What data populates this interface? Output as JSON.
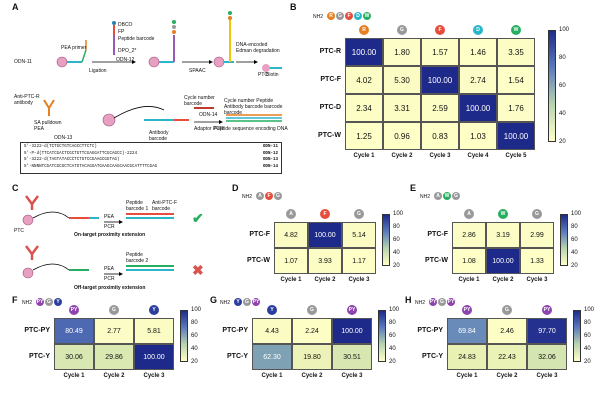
{
  "panels": {
    "A": "A",
    "B": "B",
    "C": "C",
    "D": "D",
    "E": "E",
    "F": "F",
    "G": "G",
    "H": "H"
  },
  "panelA": {
    "odn11": "ODN-11",
    "pea_primer": "PEA primer",
    "odn12": "ODN-12",
    "ligation": "Ligation",
    "dbco": "DBCO",
    "fp": "FP",
    "peptide_barcode": "Peptide barcode",
    "dpo": "DPO_2*",
    "spaac": "SPAAC",
    "dna_edman": "DNA-encoded Edman degradation",
    "ptc": "PTC",
    "biotin": "Biotin",
    "anti_ptc": "Anti-PTC-R antibody",
    "sa_pulldown": "SA pulldown PEA",
    "odn13": "ODN-13",
    "nh2": "NH2",
    "cycle_number": "Cycle number barcode",
    "odn14": "ODN-14",
    "adaptor_pcr": "Adaptor PCR",
    "antibody_barcode": "Antibody barcode",
    "pcr_header": "Cycle number  Peptide  Antibody barcode barcode barcode",
    "peptide_seq_dna": "Peptide sequence encoding DNA",
    "seq_lines": [
      {
        "seq": "5'-3222-d(TCTGCTGTCAGCCTTCTC)",
        "name": "ODN-11"
      },
      {
        "seq": "5'-P-d(TTCATCGACTCGCTGTTCGAGGATTCGCAGCC)-2224",
        "name": "ODN-12"
      },
      {
        "seq": "5'-3222-d(TAGTATACCCTCTGTCCGAAGCGGTAG)",
        "name": "ODN-13"
      },
      {
        "seq": "5'-NNNNTCGATCGCGCTCATGTACAGGATGAAGCAAGCAACGCATTTTCGAG",
        "name": "ODN-14"
      }
    ]
  },
  "panelB": {
    "rows": [
      "PTC-R",
      "PTC-F",
      "PTC-D",
      "PTC-W"
    ],
    "cols": [
      "Cycle 1",
      "Cycle 2",
      "Cycle 3",
      "Cycle 4",
      "Cycle 5"
    ],
    "values": [
      [
        100.0,
        1.8,
        1.57,
        1.46,
        3.35
      ],
      [
        4.02,
        5.3,
        100.0,
        2.74,
        1.54
      ],
      [
        2.34,
        3.31,
        2.59,
        100.0,
        1.76
      ],
      [
        1.25,
        0.96,
        0.83,
        1.03,
        100.0
      ]
    ],
    "labels": [
      [
        "100.00",
        "1.80",
        "1.57",
        "1.46",
        "3.35"
      ],
      [
        "4.02",
        "5.30",
        "100.00",
        "2.74",
        "1.54"
      ],
      [
        "2.34",
        "3.31",
        "2.59",
        "100.00",
        "1.76"
      ],
      [
        "1.25",
        "0.96",
        "0.83",
        "1.03",
        "100.00"
      ]
    ],
    "ticks": [
      "100",
      "80",
      "60",
      "40",
      "20"
    ],
    "chain": [
      "R",
      "G",
      "F",
      "D",
      "W"
    ],
    "chain_colors": [
      "#e67e22",
      "#999999",
      "#e74c3c",
      "#2bb5c9",
      "#27ae60"
    ]
  },
  "panelC": {
    "ptc": "PTC",
    "peptide_barcode_1": "Peptide barcode 1",
    "anti_ptcf": "Anti-PTC-F barcode",
    "pea": "PEA",
    "pcr": "PCR",
    "peptide_barcode_2": "Peptide barcode 2",
    "on_target": "On-target proximity extension",
    "off_target": "Off-target proximity extension",
    "check": "✔",
    "cross": "✖"
  },
  "panelD": {
    "rows": [
      "PTC-F",
      "PTC-W"
    ],
    "cols": [
      "Cycle 1",
      "Cycle 2",
      "Cycle 3"
    ],
    "values": [
      [
        4.82,
        100.0,
        5.14
      ],
      [
        1.07,
        3.93,
        1.17
      ]
    ],
    "labels": [
      [
        "4.82",
        "100.00",
        "5.14"
      ],
      [
        "1.07",
        "3.93",
        "1.17"
      ]
    ],
    "ticks": [
      "100",
      "80",
      "60",
      "40",
      "20"
    ],
    "chain": [
      "A",
      "F",
      "G"
    ],
    "chain_colors": [
      "#999999",
      "#e74c3c",
      "#999999"
    ]
  },
  "panelE": {
    "rows": [
      "PTC-F",
      "PTC-W"
    ],
    "cols": [
      "Cycle 1",
      "Cycle 2",
      "Cycle 3"
    ],
    "values": [
      [
        2.86,
        3.19,
        2.99
      ],
      [
        1.08,
        100.0,
        1.33
      ]
    ],
    "labels": [
      [
        "2.86",
        "3.19",
        "2.99"
      ],
      [
        "1.08",
        "100.00",
        "1.33"
      ]
    ],
    "ticks": [
      "100",
      "80",
      "60",
      "40",
      "20"
    ],
    "chain": [
      "A",
      "W",
      "G"
    ],
    "chain_colors": [
      "#999999",
      "#27ae60",
      "#999999"
    ]
  },
  "panelF": {
    "rows": [
      "PTC-PY",
      "PTC-Y"
    ],
    "cols": [
      "Cycle 1",
      "Cycle 2",
      "Cycle 3"
    ],
    "values": [
      [
        80.49,
        2.77,
        5.81
      ],
      [
        30.06,
        29.86,
        100.0
      ]
    ],
    "labels": [
      [
        "80.49",
        "2.77",
        "5.81"
      ],
      [
        "30.06",
        "29.86",
        "100.00"
      ]
    ],
    "ticks": [
      "100",
      "80",
      "60",
      "40",
      "20"
    ],
    "chain": [
      "PY",
      "G",
      "Y"
    ],
    "chain_colors": [
      "#8e44ad",
      "#999999",
      "#2c3e9e"
    ]
  },
  "panelG": {
    "rows": [
      "PTC-PY",
      "PTC-Y"
    ],
    "cols": [
      "Cycle 1",
      "Cycle 2",
      "Cycle 3"
    ],
    "values": [
      [
        4.43,
        2.24,
        100.0
      ],
      [
        62.3,
        19.8,
        30.51
      ]
    ],
    "labels": [
      [
        "4.43",
        "2.24",
        "100.00"
      ],
      [
        "62.30",
        "19.80",
        "30.51"
      ]
    ],
    "ticks": [
      "100",
      "80",
      "60",
      "40",
      "20"
    ],
    "chain": [
      "Y",
      "G",
      "PY"
    ],
    "chain_colors": [
      "#2c3e9e",
      "#999999",
      "#8e44ad"
    ]
  },
  "panelH": {
    "rows": [
      "PTC-PY",
      "PTC-Y"
    ],
    "cols": [
      "Cycle 1",
      "Cycle 2",
      "Cycle 3"
    ],
    "values": [
      [
        69.84,
        2.46,
        97.7
      ],
      [
        24.83,
        22.43,
        32.06
      ]
    ],
    "labels": [
      [
        "69.84",
        "2.46",
        "97.70"
      ],
      [
        "24.83",
        "22.43",
        "32.06"
      ]
    ],
    "ticks": [
      "100",
      "80",
      "60",
      "40",
      "20"
    ],
    "chain": [
      "PY",
      "G",
      "PY"
    ],
    "chain_colors": [
      "#8e44ad",
      "#999999",
      "#8e44ad"
    ]
  },
  "chart_data": [
    {
      "type": "heatmap",
      "panel": "B",
      "rows": [
        "PTC-R",
        "PTC-F",
        "PTC-D",
        "PTC-W"
      ],
      "cols": [
        "Cycle 1",
        "Cycle 2",
        "Cycle 3",
        "Cycle 4",
        "Cycle 5"
      ],
      "values": [
        [
          100.0,
          1.8,
          1.57,
          1.46,
          3.35
        ],
        [
          4.02,
          5.3,
          100.0,
          2.74,
          1.54
        ],
        [
          2.34,
          3.31,
          2.59,
          100.0,
          1.76
        ],
        [
          1.25,
          0.96,
          0.83,
          1.03,
          100.0
        ]
      ],
      "colorbar": [
        20,
        100
      ]
    },
    {
      "type": "heatmap",
      "panel": "D",
      "rows": [
        "PTC-F",
        "PTC-W"
      ],
      "cols": [
        "Cycle 1",
        "Cycle 2",
        "Cycle 3"
      ],
      "values": [
        [
          4.82,
          100.0,
          5.14
        ],
        [
          1.07,
          3.93,
          1.17
        ]
      ],
      "colorbar": [
        20,
        100
      ]
    },
    {
      "type": "heatmap",
      "panel": "E",
      "rows": [
        "PTC-F",
        "PTC-W"
      ],
      "cols": [
        "Cycle 1",
        "Cycle 2",
        "Cycle 3"
      ],
      "values": [
        [
          2.86,
          3.19,
          2.99
        ],
        [
          1.08,
          100.0,
          1.33
        ]
      ],
      "colorbar": [
        20,
        100
      ]
    },
    {
      "type": "heatmap",
      "panel": "F",
      "rows": [
        "PTC-PY",
        "PTC-Y"
      ],
      "cols": [
        "Cycle 1",
        "Cycle 2",
        "Cycle 3"
      ],
      "values": [
        [
          80.49,
          2.77,
          5.81
        ],
        [
          30.06,
          29.86,
          100.0
        ]
      ],
      "colorbar": [
        20,
        100
      ]
    },
    {
      "type": "heatmap",
      "panel": "G",
      "rows": [
        "PTC-PY",
        "PTC-Y"
      ],
      "cols": [
        "Cycle 1",
        "Cycle 2",
        "Cycle 3"
      ],
      "values": [
        [
          4.43,
          2.24,
          100.0
        ],
        [
          62.3,
          19.8,
          30.51
        ]
      ],
      "colorbar": [
        20,
        100
      ]
    },
    {
      "type": "heatmap",
      "panel": "H",
      "rows": [
        "PTC-PY",
        "PTC-Y"
      ],
      "cols": [
        "Cycle 1",
        "Cycle 2",
        "Cycle 3"
      ],
      "values": [
        [
          69.84,
          2.46,
          97.7
        ],
        [
          24.83,
          22.43,
          32.06
        ]
      ],
      "colorbar": [
        20,
        100
      ]
    }
  ]
}
